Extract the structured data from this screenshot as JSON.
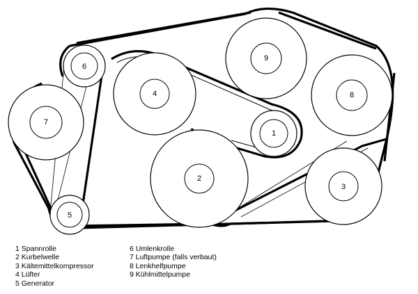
{
  "pulleys": [
    {
      "number": "1",
      "name": "Spannrolle"
    },
    {
      "number": "2",
      "name": "Kurbelwelle"
    },
    {
      "number": "3",
      "name": "Kältemittelkompressor"
    },
    {
      "number": "4",
      "name": "Lüfter"
    },
    {
      "number": "5",
      "name": "Generator"
    },
    {
      "number": "6",
      "name": "Umlenkrolle"
    },
    {
      "number": "7",
      "name": "Luftpumpe (falls verbaut)"
    },
    {
      "number": "8",
      "name": "Lenkhelfpumpe"
    },
    {
      "number": "9",
      "name": "Kühlmittelpumpe"
    }
  ],
  "legend": {
    "left": [
      "1 Spannrolle",
      "2 Kurbelwelle",
      "3 Kältemittelkompressor",
      "4 Lüfter",
      "5 Generator"
    ],
    "right": [
      "6 Umlenkrolle",
      "7 Luftpumpe (falls verbaut)",
      "8 Lenkhelfpumpe",
      "9 Kühlmittelpumpe"
    ]
  }
}
